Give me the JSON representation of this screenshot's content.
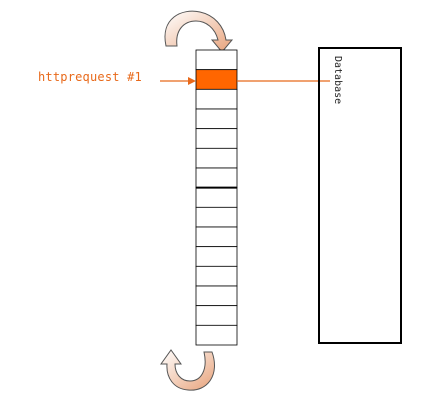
{
  "request": {
    "label": "httprequest #1"
  },
  "database": {
    "label": "Database"
  },
  "queue": {
    "slot_count": 14,
    "active_slot": 1,
    "divider_after_slot": 6
  },
  "colors": {
    "accent": "#ff6600",
    "label": "#e8691a",
    "stroke": "#000000",
    "arrow_gradient_start": "#ffffff",
    "arrow_gradient_end": "#e8a27a"
  },
  "icons": {
    "top": "cycle-arrow-icon",
    "bottom": "cycle-arrow-icon"
  }
}
